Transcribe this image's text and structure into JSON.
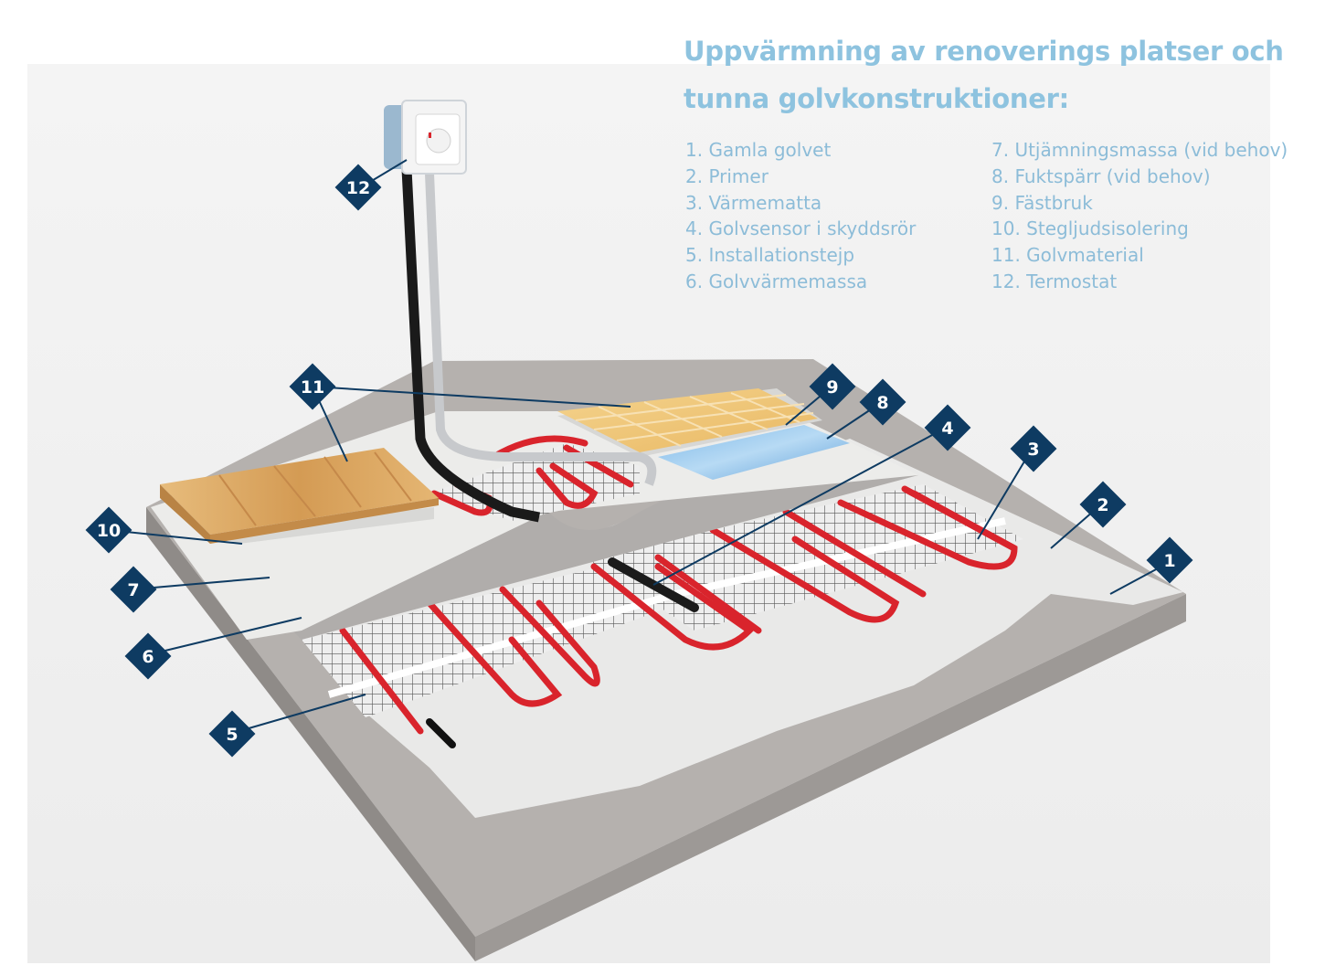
{
  "title": "Uppvärmning av renoverings platser och tunna golvkonstruktioner:",
  "legend_left": [
    "1. Gamla golvet",
    "2. Primer",
    "3. Värmematta",
    "4. Golvsensor i skyddsrör",
    "5. Installationstejp",
    "6. Golvvärmemassa"
  ],
  "legend_right": [
    "7. Utjämningsmassa (vid behov)",
    "8. Fuktspärr (vid behov)",
    "9. Fästbruk",
    "10. Stegljudsisolering",
    "11. Golvmaterial",
    "12. Termostat"
  ],
  "markers": {
    "m1": "1",
    "m2": "2",
    "m3": "3",
    "m4": "4",
    "m5": "5",
    "m6": "6",
    "m7": "7",
    "m8": "8",
    "m9": "9",
    "m10": "10",
    "m11": "11",
    "m12": "12"
  },
  "colors": {
    "title": "#8ec3df",
    "legend": "#8cbcd8",
    "marker": "#0e3b62",
    "cable": "#d9242c",
    "concrete": "#a9a5a2",
    "tile": "#f0c676",
    "wood": "#d9a45a"
  }
}
